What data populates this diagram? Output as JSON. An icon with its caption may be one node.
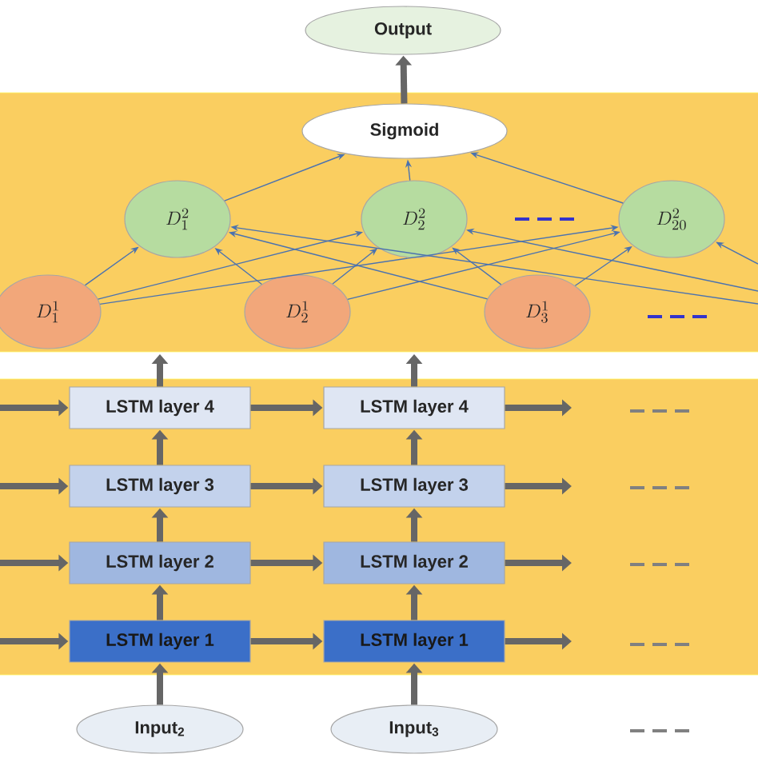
{
  "diagram": {
    "nodes": [
      {
        "text": [
          "Output"
        ]
      },
      {
        "text": [
          "Sigmoid"
        ]
      },
      {
        "text": [
          "D^{2}_{1}"
        ]
      },
      {
        "text": [
          "D^{2}_{2}"
        ]
      },
      {
        "text": [
          "D^{2}_{20}"
        ]
      },
      {
        "text": [
          "D^{1}_{1}"
        ]
      },
      {
        "text": [
          "D^{1}_{2}"
        ]
      },
      {
        "text": [
          "D^{1}_{3}"
        ]
      },
      {
        "text": [
          "LSTM layer 4"
        ]
      },
      {
        "text": [
          "LSTM layer 3"
        ]
      },
      {
        "text": [
          "LSTM layer 2"
        ]
      },
      {
        "text": [
          "LSTM layer 1"
        ]
      },
      {
        "text": [
          "LSTM layer 4"
        ]
      },
      {
        "text": [
          "LSTM layer 3"
        ]
      },
      {
        "text": [
          "LSTM layer 2"
        ]
      },
      {
        "text": [
          "LSTM layer 1"
        ]
      },
      {
        "text": [
          "Input$_{2}$"
        ]
      },
      {
        "text": [
          "Input$_{3}$"
        ]
      }
    ],
    "edges": [
      {
        "from": 1,
        "to": 0,
        "arrow": "to"
      },
      {
        "from": 2,
        "to": 1,
        "arrow": "to",
        "color": "#4a72b0"
      },
      {
        "from": 3,
        "to": 1,
        "arrow": "to",
        "color": "#4a72b0"
      },
      {
        "from": 4,
        "to": 1,
        "arrow": "to",
        "color": "#4a72b0"
      },
      {
        "from": 5,
        "to": 2,
        "arrow": "to",
        "color": "#4a72b0"
      },
      {
        "from": 5,
        "to": 3,
        "arrow": "to",
        "color": "#4a72b0"
      },
      {
        "from": 5,
        "to": 4,
        "arrow": "to",
        "color": "#4a72b0"
      },
      {
        "from": 6,
        "to": 2,
        "arrow": "to",
        "color": "#4a72b0"
      },
      {
        "from": 6,
        "to": 3,
        "arrow": "to",
        "color": "#4a72b0"
      },
      {
        "from": 6,
        "to": 4,
        "arrow": "to",
        "color": "#4a72b0"
      },
      {
        "from": 7,
        "to": 2,
        "arrow": "to",
        "color": "#4a72b0"
      },
      {
        "from": 7,
        "to": 3,
        "arrow": "to",
        "color": "#4a72b0"
      },
      {
        "from": 7,
        "to": 4,
        "arrow": "to",
        "color": "#4a72b0"
      },
      {
        "from": null,
        "to": 2,
        "arrow": "to",
        "color": "#4a72b0"
      },
      {
        "from": null,
        "to": 3,
        "arrow": "to",
        "color": "#4a72b0"
      },
      {
        "from": null,
        "to": 4,
        "arrow": "to",
        "color": "#4a72b0"
      },
      {
        "from": 8,
        "to": null,
        "arrow": "to"
      },
      {
        "from": 12,
        "to": null,
        "arrow": "to"
      },
      {
        "from": 9,
        "to": 8,
        "arrow": "to"
      },
      {
        "from": 10,
        "to": 9,
        "arrow": "to"
      },
      {
        "from": 11,
        "to": 10,
        "arrow": "to"
      },
      {
        "from": 13,
        "to": 12,
        "arrow": "to"
      },
      {
        "from": 14,
        "to": 13,
        "arrow": "to"
      },
      {
        "from": 15,
        "to": 14,
        "arrow": "to"
      },
      {
        "from": 16,
        "to": 11,
        "arrow": "to"
      },
      {
        "from": 17,
        "to": 15,
        "arrow": "to"
      },
      {
        "from": null,
        "to": 8,
        "arrow": "to"
      },
      {
        "from": null,
        "to": 9,
        "arrow": "to"
      },
      {
        "from": null,
        "to": 10,
        "arrow": "to"
      },
      {
        "from": null,
        "to": 11,
        "arrow": "to"
      },
      {
        "from": 8,
        "to": 12,
        "arrow": "to"
      },
      {
        "from": 9,
        "to": 13,
        "arrow": "to"
      },
      {
        "from": 10,
        "to": 14,
        "arrow": "to"
      },
      {
        "from": 11,
        "to": 15,
        "arrow": "to"
      },
      {
        "from": 12,
        "to": null,
        "arrow": "to"
      },
      {
        "from": 13,
        "to": null,
        "arrow": "to"
      },
      {
        "from": 14,
        "to": null,
        "arrow": "to"
      },
      {
        "from": 15,
        "to": null,
        "arrow": "to"
      }
    ]
  }
}
